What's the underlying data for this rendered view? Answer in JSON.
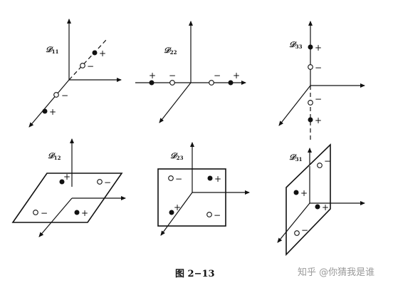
{
  "panels": [
    {
      "id": "d11",
      "label": "𝒟",
      "sub": "11"
    },
    {
      "id": "d22",
      "label": "𝒟",
      "sub": "22"
    },
    {
      "id": "d33",
      "label": "𝒟",
      "sub": "33"
    },
    {
      "id": "d12",
      "label": "𝒟",
      "sub": "12"
    },
    {
      "id": "d23",
      "label": "𝒟",
      "sub": "23"
    },
    {
      "id": "d31",
      "label": "𝒟",
      "sub": "31"
    }
  ],
  "signs": {
    "plus": "+",
    "minus": "−"
  },
  "caption": "图 2−13",
  "watermark": "知乎 @你猜我是谁",
  "colors": {
    "ink": "#111111",
    "watermark": "#9a9a9a"
  }
}
